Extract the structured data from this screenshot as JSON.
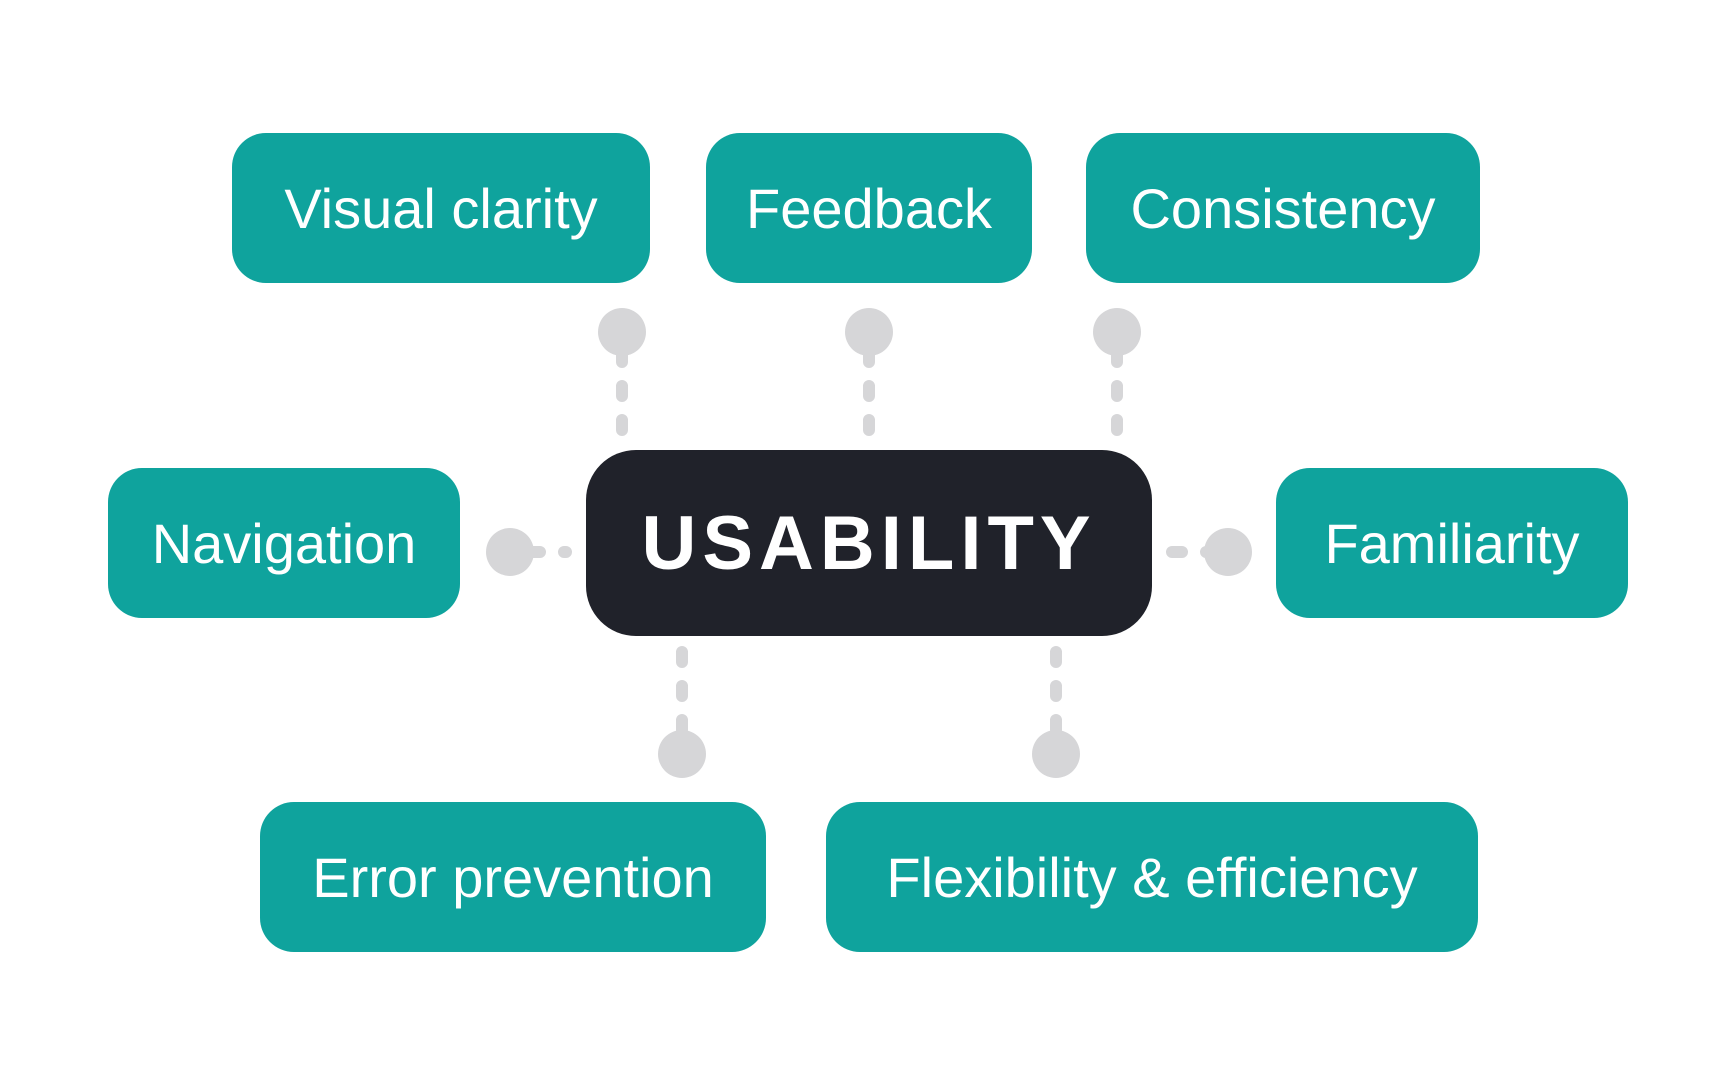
{
  "colors": {
    "node_fill": "#0fa39d",
    "center_fill": "#20222a",
    "text": "#ffffff",
    "connector": "#d6d6d8"
  },
  "center": {
    "label": "USABILITY"
  },
  "nodes": [
    {
      "id": "visual-clarity",
      "label": "Visual clarity"
    },
    {
      "id": "feedback",
      "label": "Feedback"
    },
    {
      "id": "consistency",
      "label": "Consistency"
    },
    {
      "id": "navigation",
      "label": "Navigation"
    },
    {
      "id": "familiarity",
      "label": "Familiarity"
    },
    {
      "id": "error-prevention",
      "label": "Error prevention"
    },
    {
      "id": "flexibility-efficiency",
      "label": "Flexibility & efficiency"
    }
  ]
}
